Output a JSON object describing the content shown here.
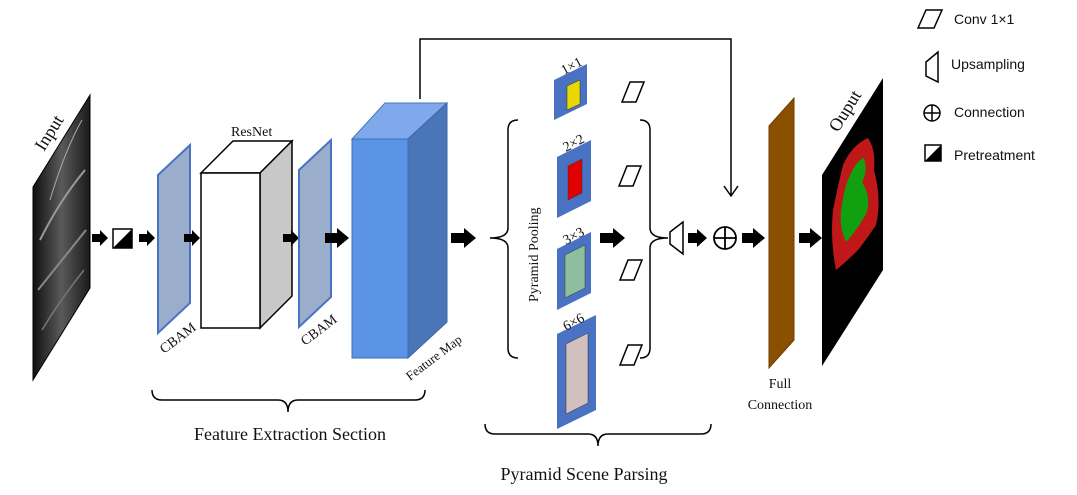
{
  "labels": {
    "input": "Input",
    "output": "Ouput",
    "resnet": "ResNet",
    "cbam_left": "CBAM",
    "cbam_right": "CBAM",
    "feature_map": "Feature Map",
    "pyramid_pooling": "Pyramid Pooling",
    "full_connection_line1": "Full",
    "full_connection_line2": "Connection",
    "feature_extraction_section": "Feature Extraction Section",
    "pyramid_scene_parsing": "Pyramid Scene Parsing"
  },
  "pool_sizes": [
    "1×1",
    "2×2",
    "3×3",
    "6×6"
  ],
  "legend": [
    {
      "icon": "conv-1x1-icon",
      "label": "Conv 1×1"
    },
    {
      "icon": "upsampling-icon",
      "label": "Upsampling"
    },
    {
      "icon": "connection-icon",
      "label": "Connection",
      "glyph": "⊕"
    },
    {
      "icon": "pretreatment-icon",
      "label": "Pretreatment"
    }
  ],
  "colors": {
    "cbam": "#9aaecb",
    "feature_map_front": "#5b93e6",
    "feature_map_side": "#4a75b9",
    "feature_map_top": "#7fa9ea",
    "pool_frame": "#4a72c2",
    "pool_1x1": "#e8d800",
    "pool_2x2": "#e00000",
    "pool_3x3": "#8dbf9e",
    "pool_6x6": "#d2bfbf",
    "full_connection": "#8b4f00",
    "output_red": "#c01818",
    "output_green": "#10a010"
  }
}
